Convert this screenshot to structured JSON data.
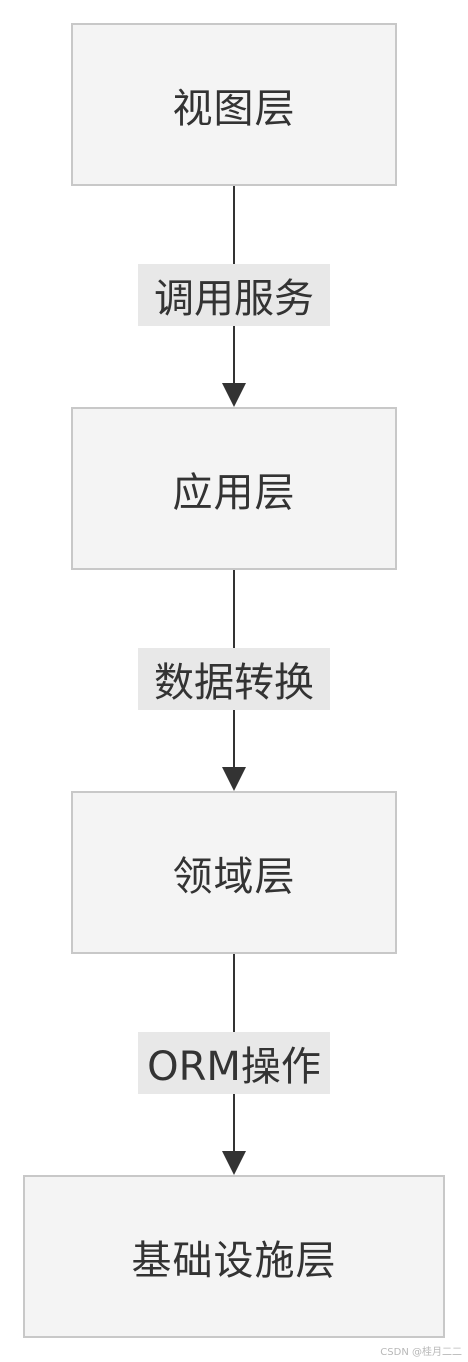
{
  "diagram": {
    "nodes": [
      {
        "id": "view",
        "label": "视图层"
      },
      {
        "id": "application",
        "label": "应用层"
      },
      {
        "id": "domain",
        "label": "领域层"
      },
      {
        "id": "infrastructure",
        "label": "基础设施层"
      }
    ],
    "edges": [
      {
        "from": "view",
        "to": "application",
        "label": "调用服务"
      },
      {
        "from": "application",
        "to": "domain",
        "label": "数据转换"
      },
      {
        "from": "domain",
        "to": "infrastructure",
        "label": "ORM操作"
      }
    ]
  },
  "watermark": "CSDN @桂月二二",
  "colors": {
    "node_fill": "#f4f4f4",
    "node_border": "#c8c8c8",
    "edge_line": "#333333",
    "edge_label_bg": "#e8e8e8",
    "text": "#333333"
  }
}
